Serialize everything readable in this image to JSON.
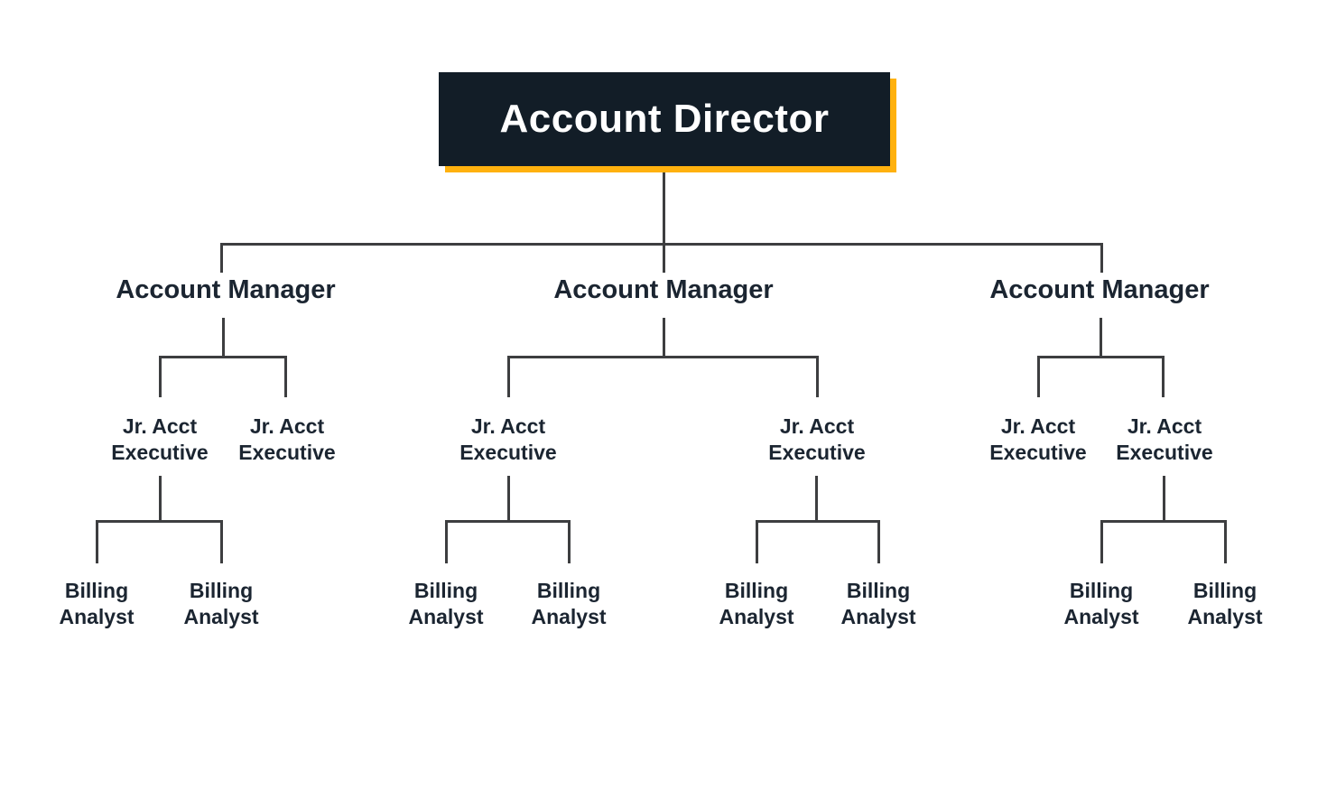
{
  "org_chart": {
    "root": {
      "label": "Account Director"
    },
    "managers": [
      {
        "label": "Account Manager",
        "executives": [
          {
            "label": "Jr. Acct Executive",
            "analysts": [
              {
                "label": "Billing Analyst"
              },
              {
                "label": "Billing Analyst"
              }
            ]
          },
          {
            "label": "Jr. Acct Executive",
            "analysts": []
          }
        ]
      },
      {
        "label": "Account Manager",
        "executives": [
          {
            "label": "Jr. Acct Executive",
            "analysts": [
              {
                "label": "Billing Analyst"
              },
              {
                "label": "Billing Analyst"
              }
            ]
          },
          {
            "label": "Jr. Acct Executive",
            "analysts": [
              {
                "label": "Billing Analyst"
              },
              {
                "label": "Billing Analyst"
              }
            ]
          }
        ]
      },
      {
        "label": "Account Manager",
        "executives": [
          {
            "label": "Jr. Acct Executive",
            "analysts": []
          },
          {
            "label": "Jr. Acct Executive",
            "analysts": [
              {
                "label": "Billing Analyst"
              },
              {
                "label": "Billing Analyst"
              }
            ]
          }
        ]
      }
    ],
    "colors": {
      "root_box": "#121d27",
      "root_text": "#ffffff",
      "accent_shadow": "#ffb10e",
      "label_text": "#1b2531",
      "connector_line": "#3d3e40",
      "background": "#ffffff"
    }
  }
}
